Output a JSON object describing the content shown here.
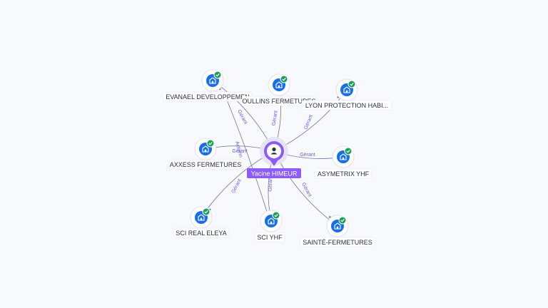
{
  "person": {
    "name": "Yacine HIMEUR",
    "icon": "person-icon"
  },
  "edge_label_main": "Gérant",
  "edge_label_alt": "Actionn",
  "companies": [
    {
      "id": "evanael",
      "label": "EVANAEL DEVELOPPEMEN",
      "icon": "building-icon",
      "edge": "Gérant",
      "verified": true
    },
    {
      "id": "oullins",
      "label": "OULLINS FERMETURES",
      "icon": "building-icon",
      "edge": "Gérant",
      "verified": true
    },
    {
      "id": "lyon",
      "label": "LYON PROTECTION HABI...",
      "icon": "building-icon",
      "edge": "Gérant",
      "verified": true
    },
    {
      "id": "axxess",
      "label": "AXXESS FERMETURES",
      "icon": "building-icon",
      "edge": "Gérant",
      "verified": true
    },
    {
      "id": "asymetrix",
      "label": "ASYMETRIX YHF",
      "icon": "building-icon",
      "edge": "Gérant",
      "verified": true
    },
    {
      "id": "scireal",
      "label": "SCI REAL ELEYA",
      "icon": "building-icon",
      "edge": "Gérant",
      "verified": true
    },
    {
      "id": "sciyhf",
      "label": "SCI YHF",
      "icon": "building-icon",
      "edge": "Gérant",
      "verified": true
    },
    {
      "id": "sainte",
      "label": "SAINTÉ-FERMETURES",
      "icon": "building-icon",
      "edge": "Gérant",
      "verified": true
    }
  ],
  "colors": {
    "accent": "#8b5cf6",
    "node_blue": "#1a6fe0",
    "check_green": "#1e9e5a",
    "edge": "#7d82a8"
  }
}
